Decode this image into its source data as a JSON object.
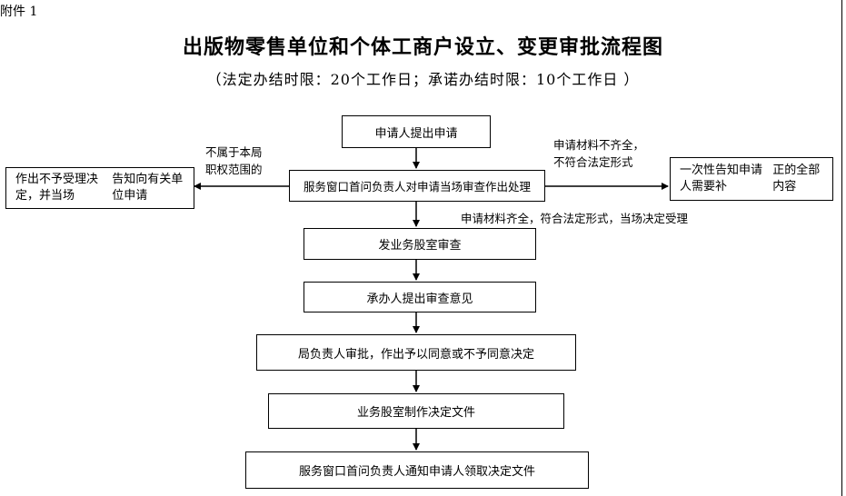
{
  "header": {
    "annex": "附件 1",
    "title": "出版物零售单位和个体工商户设立、变更审批流程图",
    "subtitle": "（法定办结时限：20个工作日；承诺办结时限：10个工作日 ）"
  },
  "nodes": {
    "apply": "申请人提出申请",
    "window_review": "服务窗口首问负责人对申请当场审查作出处理",
    "reject": [
      "作出不予受理决定，并当场",
      "告知向有关单位申请"
    ],
    "notify_supplement": [
      "一次性告知申请人需要补",
      "正的全部内容"
    ],
    "dept_review": "发业务股室审查",
    "handler_opinion": "承办人提出审查意见",
    "director_approve": "局负责人审批，作出予以同意或不予同意决定",
    "make_document": "业务股室制作决定文件",
    "notify_collect": "服务窗口首问负责人通知申请人领取决定文件"
  },
  "edge_labels": {
    "out_of_scope": [
      "不属于本局",
      "职权范围的"
    ],
    "incomplete": [
      "申请材料不齐全，",
      "不符合法定形式"
    ],
    "complete": "申请材料齐全，符合法定形式，当场决定受理"
  }
}
